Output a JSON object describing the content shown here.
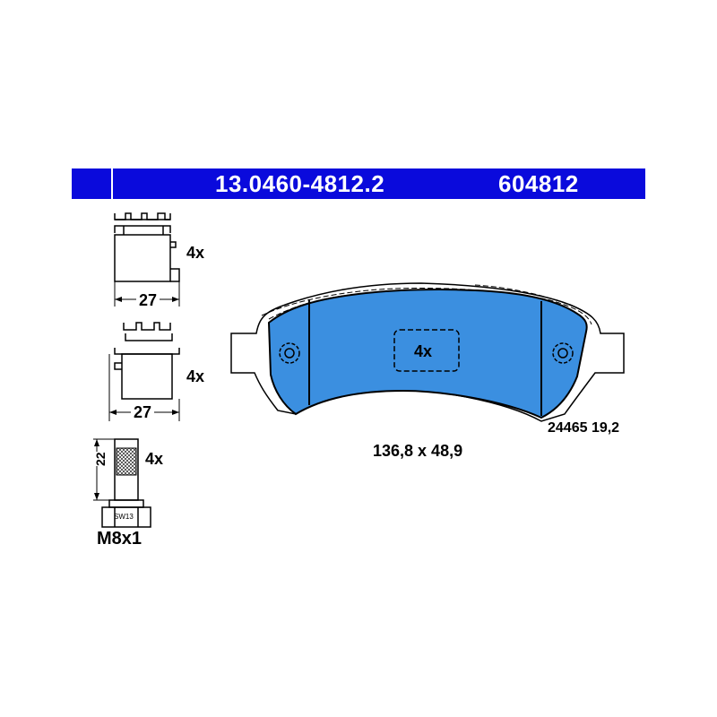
{
  "header": {
    "part_number": "13.0460-4812.2",
    "article_number": "604812",
    "color": "#0a0adc"
  },
  "accessories": [
    {
      "qty": "4x",
      "dimension": "27"
    },
    {
      "qty": "4x",
      "dimension": "27"
    }
  ],
  "bolt": {
    "qty": "4x",
    "length": "22",
    "wrench": "SW13",
    "thread": "M8x1"
  },
  "pad": {
    "qty": "4x",
    "size": "136,8 x 48,9",
    "wva": "24465 19,2",
    "lining_color": "#3b8fe0"
  }
}
